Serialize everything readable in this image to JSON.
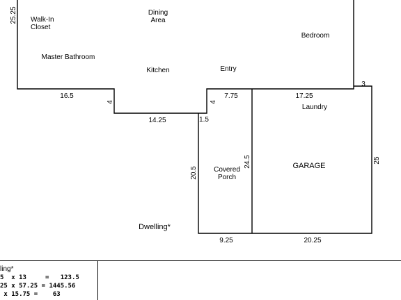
{
  "plan": {
    "rooms": {
      "walkin_closet": "Walk-In\nCloset",
      "dining_area": "Dining\nArea",
      "bedroom": "Bedroom",
      "master_bathroom": "Master Bathroom",
      "kitchen": "Kitchen",
      "entry": "Entry",
      "laundry": "Laundry",
      "covered_porch": "Covered\nPorch",
      "garage": "GARAGE",
      "dwelling": "Dwelling*"
    },
    "dimensions": {
      "left_wall": "25.25",
      "bottom_left": "16.5",
      "step_down_left": "4",
      "bottom_mid": "14.25",
      "step_down_right": "4",
      "entry_segment": "7.75",
      "laundry_segment": "17.25",
      "garage_offset": "3",
      "porch_offset": "1.5",
      "garage_right": "25",
      "porch_left": "20.5",
      "divider": "24.5",
      "porch_bottom": "9.25",
      "garage_bottom": "20.25"
    }
  },
  "calculations": {
    "title": "ling*",
    "rows": [
      "5  x 13     =   123.5",
      "25 x 57.25 = 1445.56",
      " x 15.75 =    63"
    ]
  }
}
